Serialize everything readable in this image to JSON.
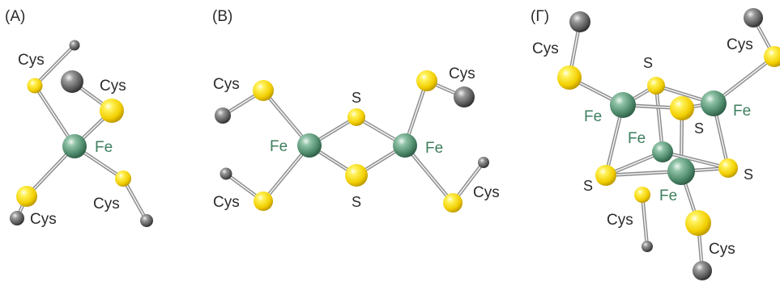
{
  "panels": [
    {
      "label": "(A)",
      "fe": [
        "Fe"
      ],
      "s": [],
      "cys": [
        "Cys",
        "Cys",
        "Cys",
        "Cys"
      ]
    },
    {
      "label": "(B)",
      "fe": [
        "Fe",
        "Fe"
      ],
      "s": [
        "S",
        "S"
      ],
      "cys": [
        "Cys",
        "Cys",
        "Cys",
        "Cys"
      ]
    },
    {
      "label": "(Γ)",
      "fe": [
        "Fe",
        "Fe",
        "Fe",
        "Fe"
      ],
      "s": [
        "S",
        "S",
        "S",
        "S"
      ],
      "cys": [
        "Cys",
        "Cys",
        "Cys",
        "Cys"
      ]
    }
  ],
  "colors": {
    "iron_atom": "#4f8a6c",
    "sulfur_atom": "#f5d800",
    "carbon_atom": "#5a5a5a",
    "bond": "#8c8c8c",
    "fe_label": "#3f7f5e",
    "text": "#2b2b2b"
  }
}
